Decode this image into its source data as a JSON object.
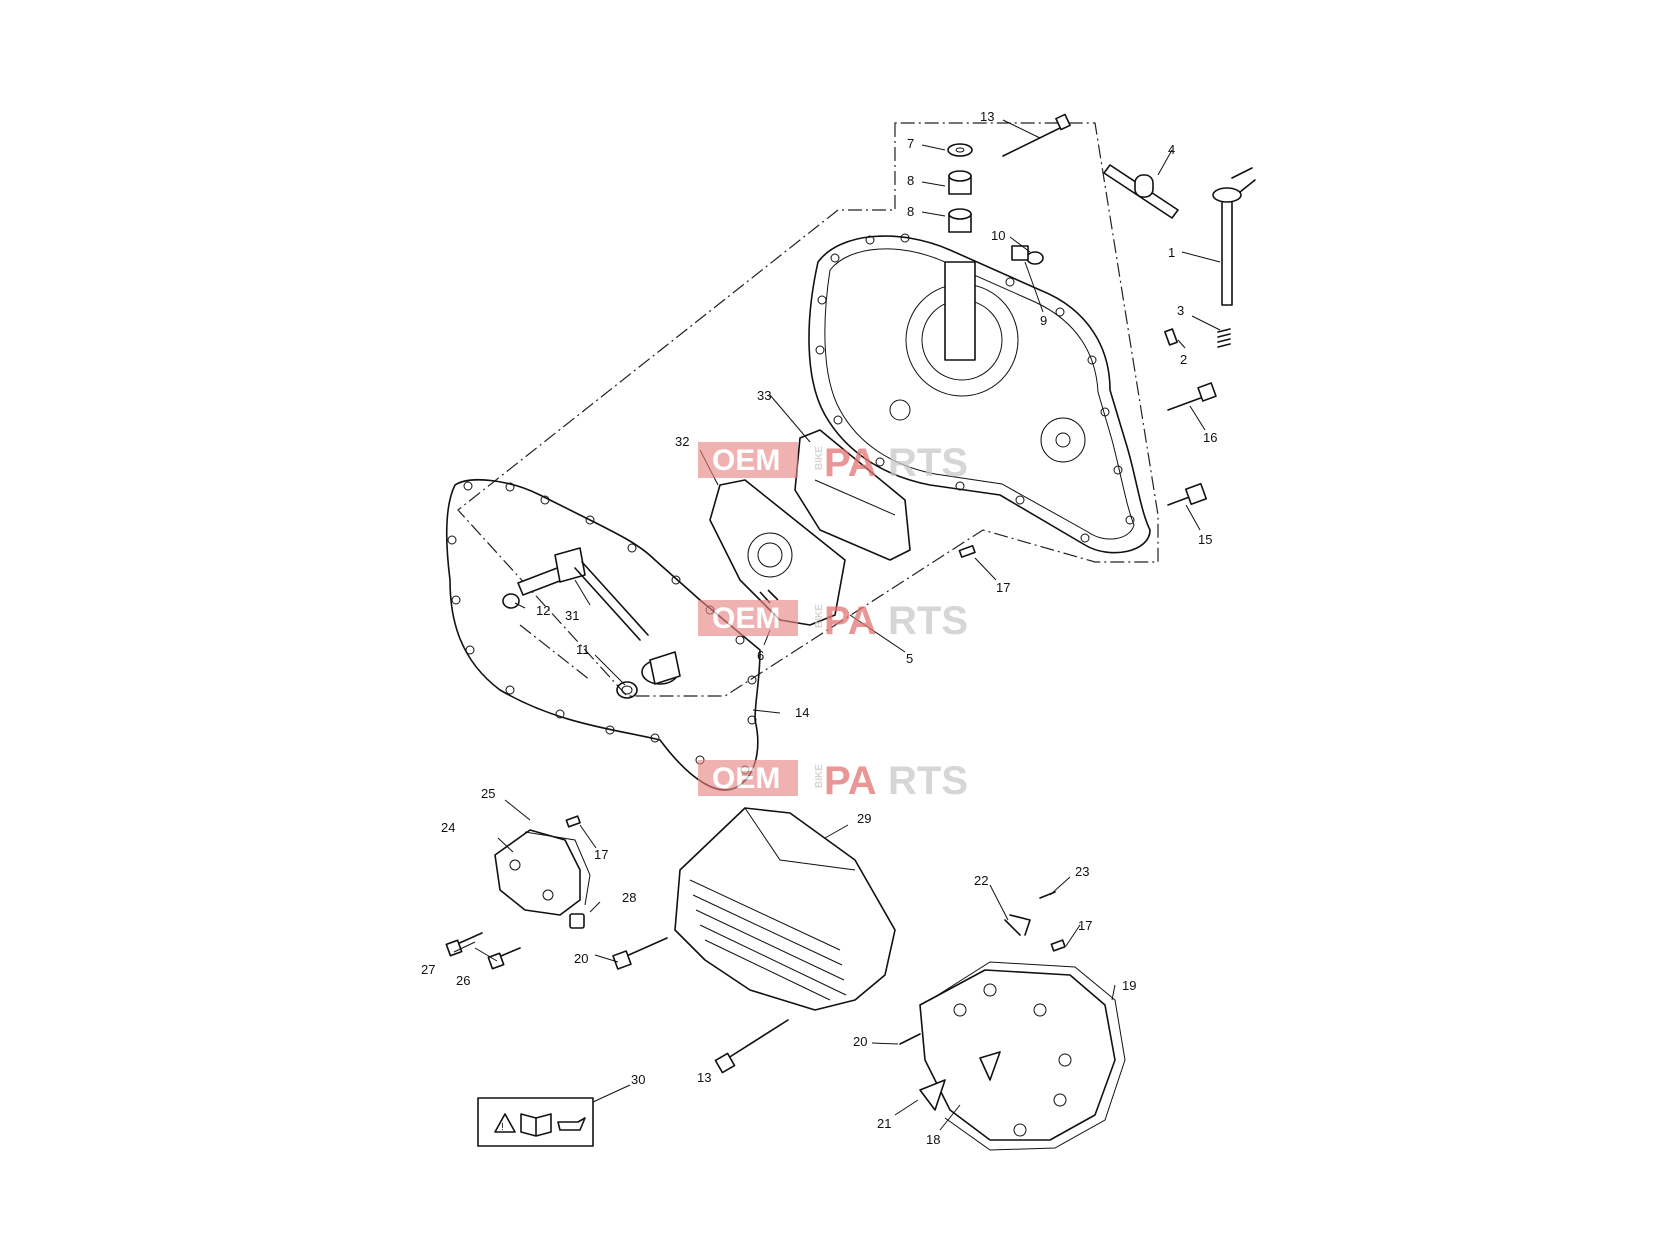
{
  "diagram": {
    "callouts": [
      "1",
      "2",
      "3",
      "4",
      "5",
      "6",
      "7",
      "8",
      "8",
      "9",
      "10",
      "11",
      "12",
      "13",
      "13",
      "14",
      "15",
      "16",
      "17",
      "17",
      "17",
      "18",
      "19",
      "20",
      "20",
      "21",
      "22",
      "23",
      "24",
      "25",
      "26",
      "27",
      "28",
      "29",
      "30",
      "31",
      "32",
      "33"
    ]
  },
  "watermark": {
    "oem": "OEM",
    "bike": "BIKE",
    "pa": "PA",
    "rts": "RTS"
  }
}
